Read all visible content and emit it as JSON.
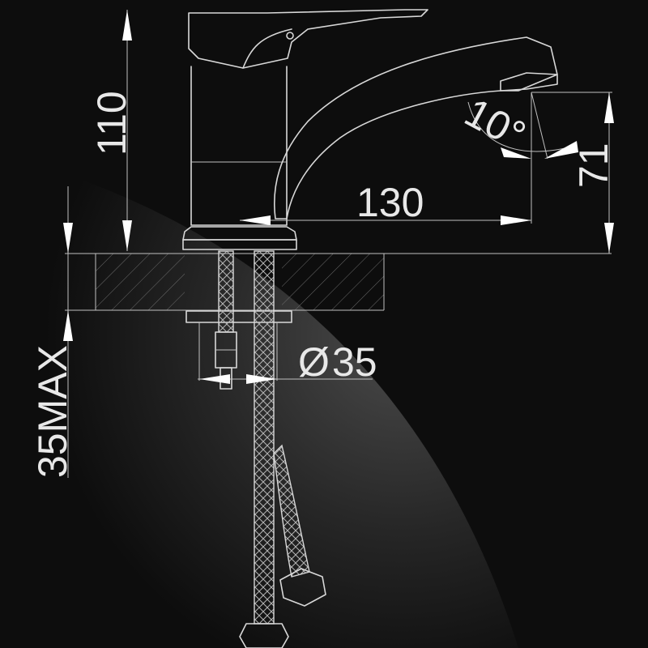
{
  "dimensions": {
    "body_height": "110",
    "spout_reach": "130",
    "spout_height": "71",
    "spout_angle": "10°",
    "hole_diameter": "35",
    "diameter_symbol": "Ø",
    "max_worktop_thickness": "35MAX"
  },
  "colors": {
    "background": "#0d0d0d",
    "line": "#d8d8d8",
    "arrow": "#ffffff",
    "hatch": "#6a6a6a"
  }
}
